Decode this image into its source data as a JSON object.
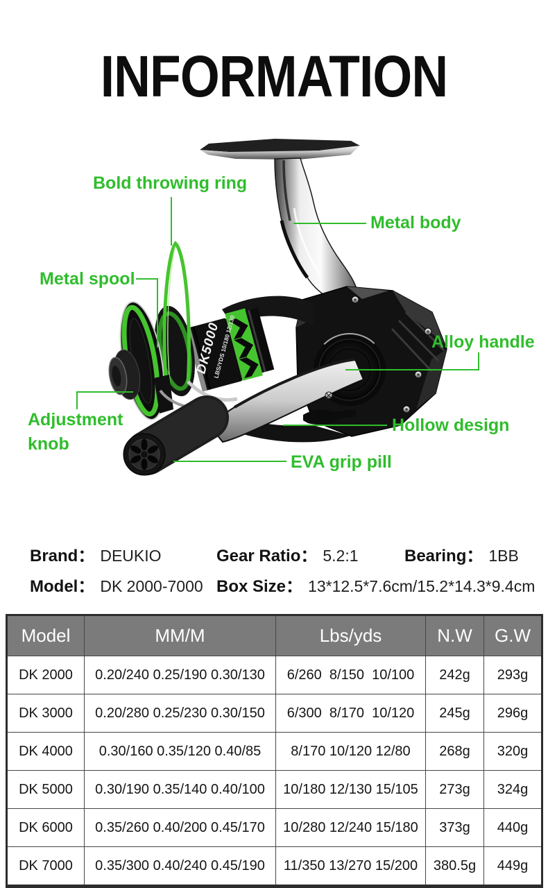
{
  "title": "INFORMATION",
  "callouts": {
    "bold_throwing_ring": "Bold throwing ring",
    "metal_body": "Metal body",
    "metal_spool": "Metal spool",
    "alloy_handle": "Alloy handle",
    "adjustment_knob": "Adjustment knob",
    "hollow_design": "Hollow design",
    "eva_grip_pill": "EVA grip pill"
  },
  "reel": {
    "spool_model": "DK5000",
    "spool_line_info": "LBS/YDS 10/180 12/130"
  },
  "specs": {
    "brand_label": "Brand：",
    "brand_value": "DEUKIO",
    "gear_ratio_label": "Gear Ratio：",
    "gear_ratio_value": "5.2:1",
    "bearing_label": "Bearing：",
    "bearing_value": "1BB",
    "model_label": "Model：",
    "model_value": "DK 2000-7000",
    "box_size_label": "Box Size：",
    "box_size_value": "13*12.5*7.6cm/15.2*14.3*9.4cm"
  },
  "table": {
    "headers": [
      "Model",
      "MM/M",
      "Lbs/yds",
      "N.W",
      "G.W"
    ],
    "rows": [
      [
        "DK 2000",
        "0.20/240 0.25/190 0.30/130",
        "6/260  8/150  10/100",
        "242g",
        "293g"
      ],
      [
        "DK 3000",
        "0.20/280 0.25/230 0.30/150",
        "6/300  8/170  10/120",
        "245g",
        "296g"
      ],
      [
        "DK 4000",
        "0.30/160 0.35/120 0.40/85",
        "8/170 10/120 12/80",
        "268g",
        "320g"
      ],
      [
        "DK 5000",
        "0.30/190 0.35/140 0.40/100",
        "10/180 12/130 15/105",
        "273g",
        "324g"
      ],
      [
        "DK 6000",
        "0.35/260 0.40/200 0.45/170",
        "10/280 12/240 15/180",
        "373g",
        "440g"
      ],
      [
        "DK 7000",
        "0.35/300 0.40/240 0.45/190",
        "11/350 13/270 15/200",
        "380.5g",
        "449g"
      ]
    ]
  },
  "colors": {
    "label_green": "#2fbd2c",
    "reel_green": "#46c42f",
    "reel_green_dark": "#2e9122",
    "header_bg": "#7b7b7b",
    "table_border": "#454545",
    "title_color": "#0d0d0d"
  }
}
